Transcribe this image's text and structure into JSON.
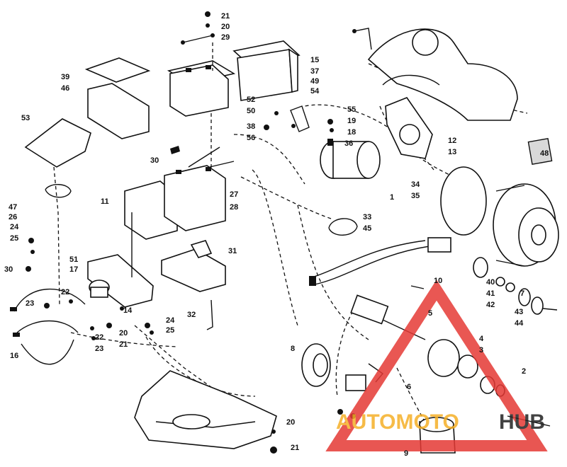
{
  "watermark": {
    "text_part1": "AUTOMOTO",
    "text_part2": "HUB",
    "color_orange": "#f5b027",
    "color_red": "#e53935",
    "color_dark": "#222222"
  },
  "labels": {
    "p1": "1",
    "p2": "2",
    "p3": "3",
    "p4": "4",
    "p5": "5",
    "p6": "6",
    "p7": "7",
    "p8": "8",
    "p9": "9",
    "p10": "10",
    "p11": "11",
    "p12": "12",
    "p13": "13",
    "p14": "14",
    "p15": "15",
    "p16": "16",
    "p17": "17",
    "p18": "18",
    "p19": "19",
    "p20a": "20",
    "p20b": "20",
    "p20c": "20",
    "p21a": "21",
    "p21b": "21",
    "p21c": "21",
    "p22a": "22",
    "p22b": "22",
    "p23a": "23",
    "p23b": "23",
    "p24a": "24",
    "p24b": "24",
    "p25a": "25",
    "p25b": "25",
    "p26": "26",
    "p27": "27",
    "p28": "28",
    "p29": "29",
    "p30a": "30",
    "p30b": "30",
    "p31": "31",
    "p32": "32",
    "p33": "33",
    "p34": "34",
    "p35": "35",
    "p36": "36",
    "p37": "37",
    "p38": "38",
    "p39": "39",
    "p40": "40",
    "p41": "41",
    "p42": "42",
    "p43": "43",
    "p44": "44",
    "p45": "45",
    "p46": "46",
    "p47": "47",
    "p48": "48",
    "p49": "49",
    "p50": "50",
    "p51": "51",
    "p52": "52",
    "p53": "53",
    "p54": "54",
    "p55": "55",
    "p56": "56"
  }
}
